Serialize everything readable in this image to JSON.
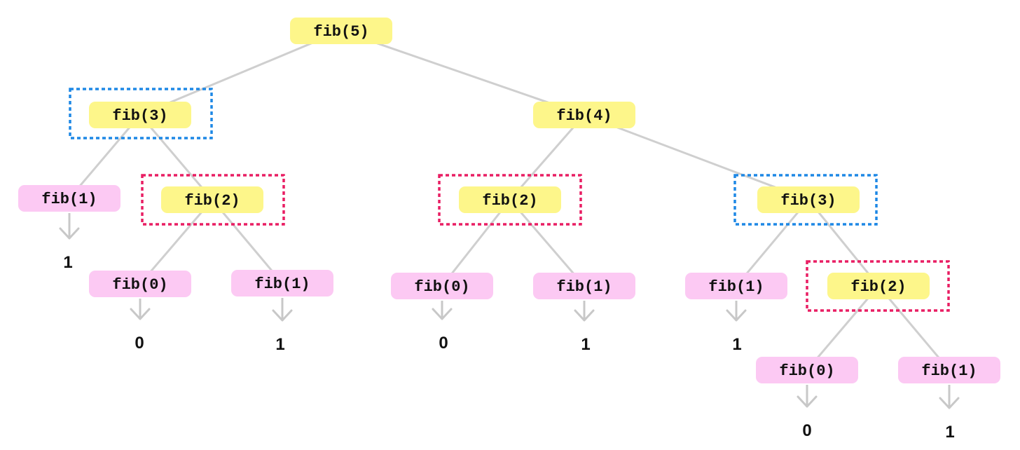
{
  "colors": {
    "internal_node_fill": "#fdf68a",
    "leaf_node_fill": "#fcc9f3",
    "edge": "#cfcfcf",
    "arrow": "#c8c8c8",
    "highlight_fib3": "#1e88e5",
    "highlight_fib2": "#e91e63"
  },
  "nodes": [
    {
      "id": "n5",
      "label": "fib(5)",
      "kind": "internal"
    },
    {
      "id": "n3a",
      "label": "fib(3)",
      "kind": "internal",
      "highlight": "blue"
    },
    {
      "id": "n4",
      "label": "fib(4)",
      "kind": "internal"
    },
    {
      "id": "n1a",
      "label": "fib(1)",
      "kind": "leaf",
      "result": "1"
    },
    {
      "id": "n2a",
      "label": "fib(2)",
      "kind": "internal",
      "highlight": "pink"
    },
    {
      "id": "n0a",
      "label": "fib(0)",
      "kind": "leaf",
      "result": "0"
    },
    {
      "id": "n1b",
      "label": "fib(1)",
      "kind": "leaf",
      "result": "1"
    },
    {
      "id": "n2b",
      "label": "fib(2)",
      "kind": "internal",
      "highlight": "pink"
    },
    {
      "id": "n3b",
      "label": "fib(3)",
      "kind": "internal",
      "highlight": "blue"
    },
    {
      "id": "n0b",
      "label": "fib(0)",
      "kind": "leaf",
      "result": "0"
    },
    {
      "id": "n1c",
      "label": "fib(1)",
      "kind": "leaf",
      "result": "1"
    },
    {
      "id": "n1d",
      "label": "fib(1)",
      "kind": "leaf",
      "result": "1"
    },
    {
      "id": "n2c",
      "label": "fib(2)",
      "kind": "internal",
      "highlight": "pink"
    },
    {
      "id": "n0c",
      "label": "fib(0)",
      "kind": "leaf",
      "result": "0"
    },
    {
      "id": "n1e",
      "label": "fib(1)",
      "kind": "leaf",
      "result": "1"
    }
  ],
  "edges": [
    [
      "n5",
      "n3a"
    ],
    [
      "n5",
      "n4"
    ],
    [
      "n3a",
      "n1a"
    ],
    [
      "n3a",
      "n2a"
    ],
    [
      "n2a",
      "n0a"
    ],
    [
      "n2a",
      "n1b"
    ],
    [
      "n4",
      "n2b"
    ],
    [
      "n4",
      "n3b"
    ],
    [
      "n2b",
      "n0b"
    ],
    [
      "n2b",
      "n1c"
    ],
    [
      "n3b",
      "n1d"
    ],
    [
      "n3b",
      "n2c"
    ],
    [
      "n2c",
      "n0c"
    ],
    [
      "n2c",
      "n1e"
    ]
  ]
}
